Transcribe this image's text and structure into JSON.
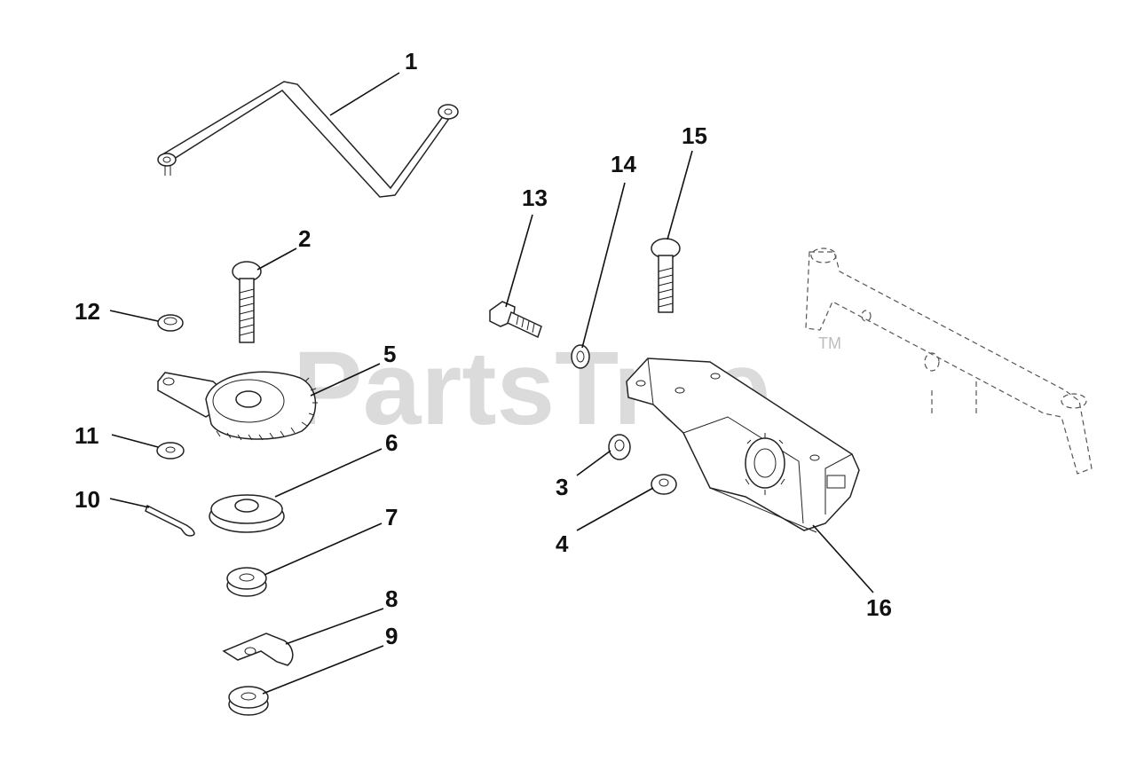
{
  "watermark": {
    "text": "PartsTree",
    "trademark": "TM"
  },
  "callouts": [
    "1",
    "2",
    "3",
    "4",
    "5",
    "6",
    "7",
    "8",
    "9",
    "10",
    "11",
    "12",
    "13",
    "14",
    "15",
    "16"
  ]
}
